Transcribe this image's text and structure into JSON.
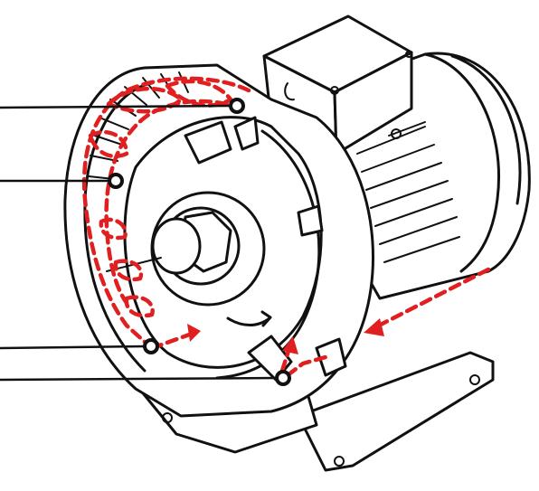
{
  "figure": {
    "subject": "regenerative-blower-cutaway",
    "colors": {
      "line_art": "#111111",
      "flow_path": "#e02020",
      "background": "#ffffff"
    },
    "icons": [
      "leader-marker",
      "flow-arrow",
      "rotation-arrow"
    ],
    "leader_count": 4
  }
}
